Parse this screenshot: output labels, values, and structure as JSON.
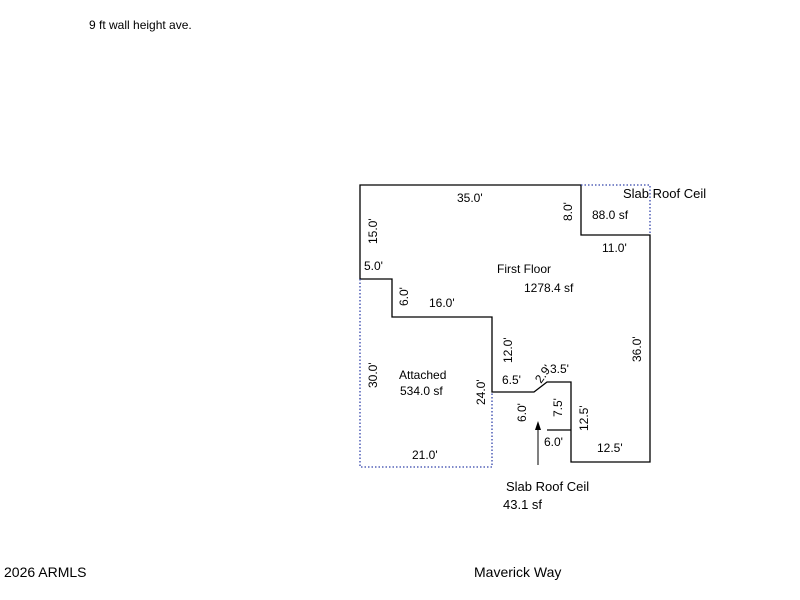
{
  "header": {
    "note": "9 ft wall height ave."
  },
  "footer": {
    "copyright": "2026 ARMLS",
    "street": "Maverick Way"
  },
  "areas": {
    "first_floor": {
      "name": "First Floor",
      "area": "1278.4 sf"
    },
    "attached": {
      "name": "Attached",
      "area": "534.0 sf"
    },
    "slab_top": {
      "name": "Slab Roof Ceil",
      "area": "88.0 sf"
    },
    "slab_bottom": {
      "name": "Slab Roof Ceil",
      "area": "43.1 sf"
    }
  },
  "dimensions": {
    "d35": "35.0'",
    "d15": "15.0'",
    "d5": "5.0'",
    "d6a": "6.0'",
    "d16": "16.0'",
    "d12": "12.0'",
    "d65": "6.5'",
    "d29": "2.9'",
    "d35b": "3.5'",
    "d75": "7.5'",
    "d6b": "6.0'",
    "d6c": "6.0'",
    "d125a": "12.5'",
    "d125b": "12.5'",
    "d36": "36.0'",
    "d8": "8.0'",
    "d11": "11.0'",
    "d30": "30.0'",
    "d24": "24.0'",
    "d21": "21.0'"
  },
  "colors": {
    "wall": "#000000",
    "dotted": "#3344aa"
  }
}
